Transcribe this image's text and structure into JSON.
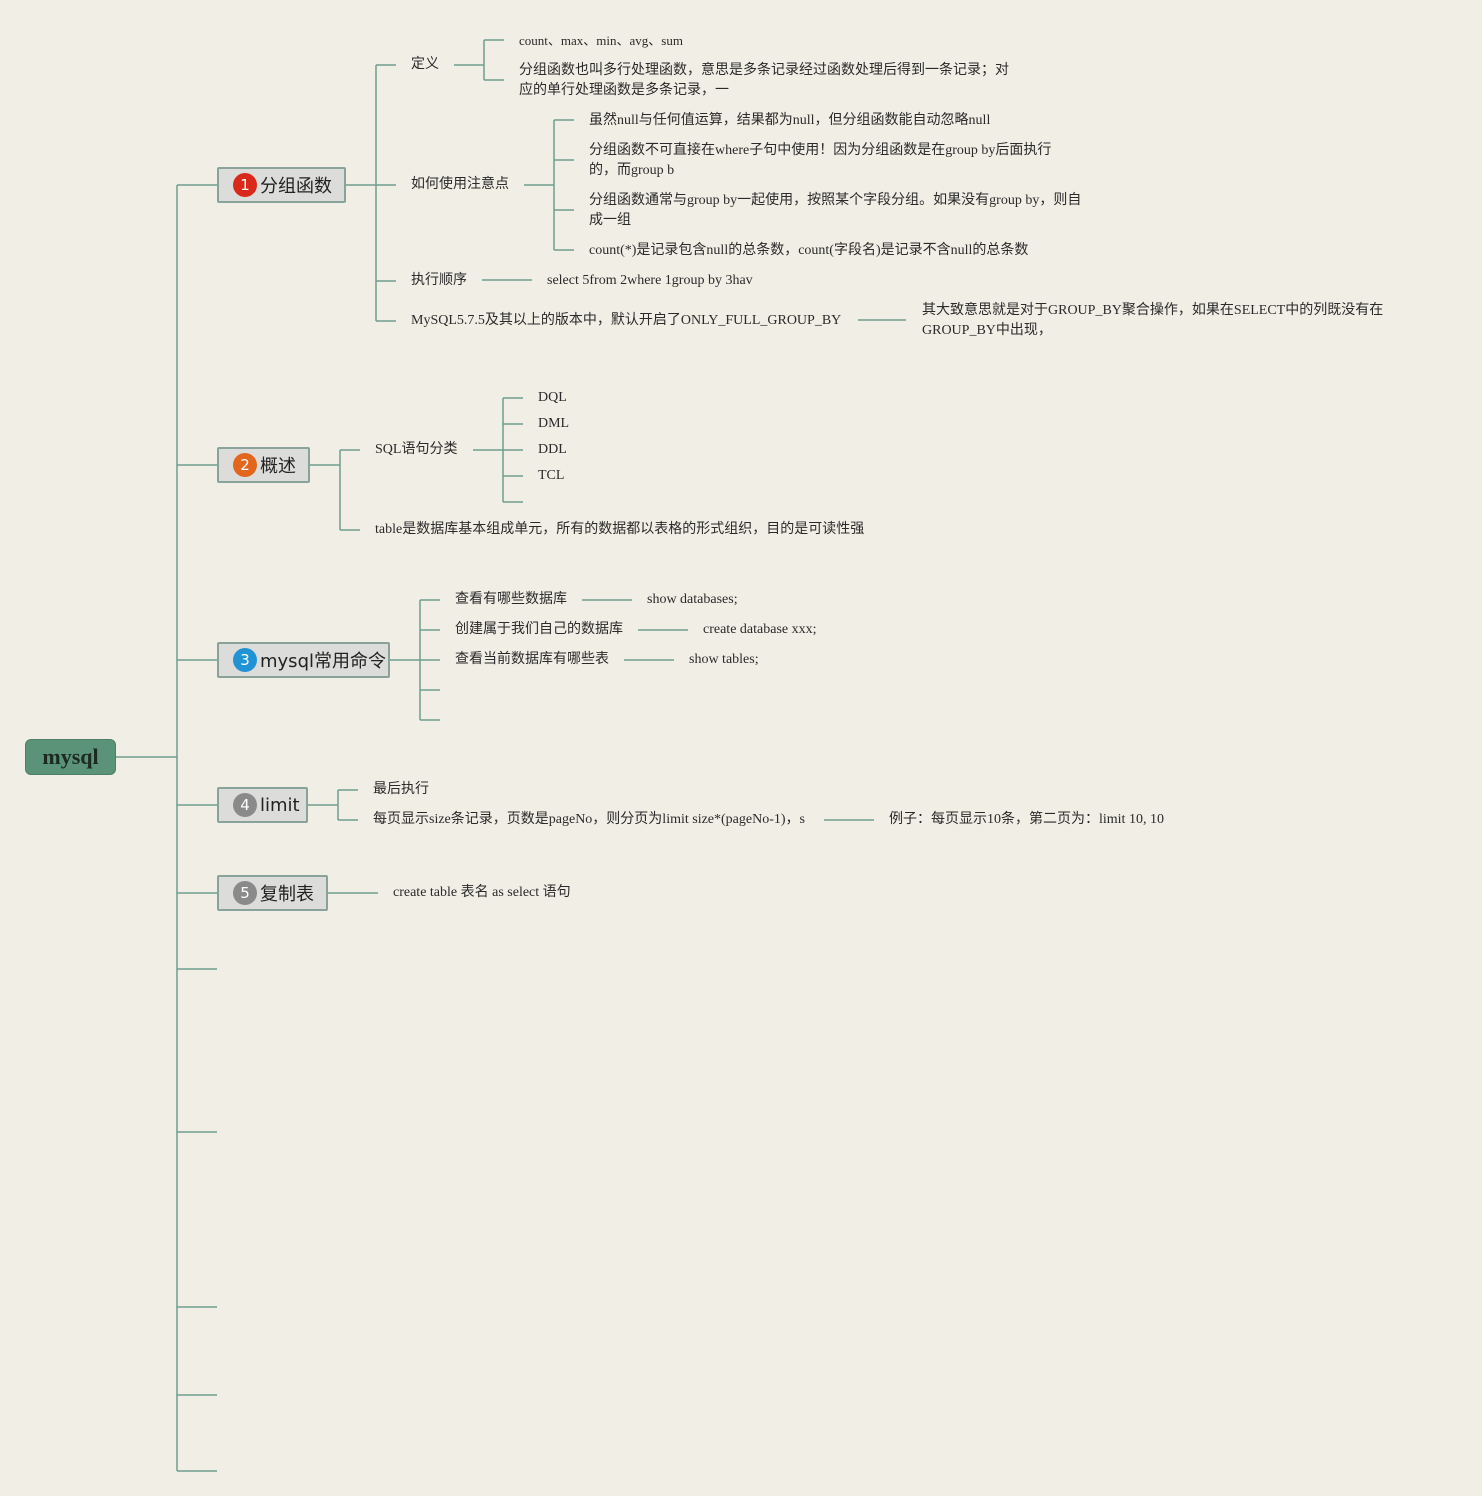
{
  "root": {
    "label": "mysql",
    "color": "#5a9377"
  },
  "line_color": "#6f9d8e",
  "branches": [
    {
      "badge": "1",
      "badge_color": "#d9291b",
      "label": "分组函数",
      "children": {
        "definition": {
          "label": "定义",
          "items": [
            "count、max、min、avg、sum",
            "分组函数也叫多行处理函数，意思是多条记录经过函数处理后得到一条记录；对应的单行处理函数是多条记录，一"
          ]
        },
        "usage_notes": {
          "label": "如何使用注意点",
          "items": [
            "虽然null与任何值运算，结果都为null，但分组函数能自动忽略null",
            "分组函数不可直接在where子句中使用！因为分组函数是在group by后面执行的，而group b",
            "分组函数通常与group by一起使用，按照某个字段分组。如果没有group by，则自成一组",
            "count(*)是记录包含null的总条数，count(字段名)是记录不含null的总条数"
          ]
        },
        "exec_order": {
          "label": "执行顺序",
          "value": "select 5from 2where 1group by 3hav"
        },
        "mysql_version": {
          "label": "MySQL5.7.5及其以上的版本中，默认开启了ONLY_FULL_GROUP_BY",
          "value": "其大致意思就是对于GROUP_BY聚合操作，如果在SELECT中的列既没有在GROUP_BY中出现，"
        }
      }
    },
    {
      "badge": "2",
      "badge_color": "#e2661c",
      "label": "概述",
      "children": {
        "sql_class": {
          "label": "SQL语句分类",
          "items": [
            "DQL",
            "DML",
            "DDL",
            "TCL"
          ]
        },
        "table_note": "table是数据库基本组成单元，所有的数据都以表格的形式组织，目的是可读性强"
      }
    },
    {
      "badge": "3",
      "badge_color": "#1f93d4",
      "label": "mysql常用命令",
      "children": [
        {
          "label": "查看有哪些数据库",
          "value": "show databases;"
        },
        {
          "label": "创建属于我们自己的数据库",
          "value": "create database xxx;"
        },
        {
          "label": "查看当前数据库有哪些表",
          "value": "show tables;"
        }
      ]
    },
    {
      "badge": "4",
      "badge_color": "#8a8a8a",
      "label": "limit",
      "children": {
        "last_exec": "最后执行",
        "paging": {
          "label": "每页显示size条记录，页数是pageNo，则分页为limit size*(pageNo-1)，s",
          "value": "例子：每页显示10条，第二页为：limit 10, 10"
        }
      }
    },
    {
      "badge": "5",
      "badge_color": "#8a8a8a",
      "label": "复制表",
      "children": {
        "value": "create table 表名 as select 语句"
      }
    }
  ]
}
